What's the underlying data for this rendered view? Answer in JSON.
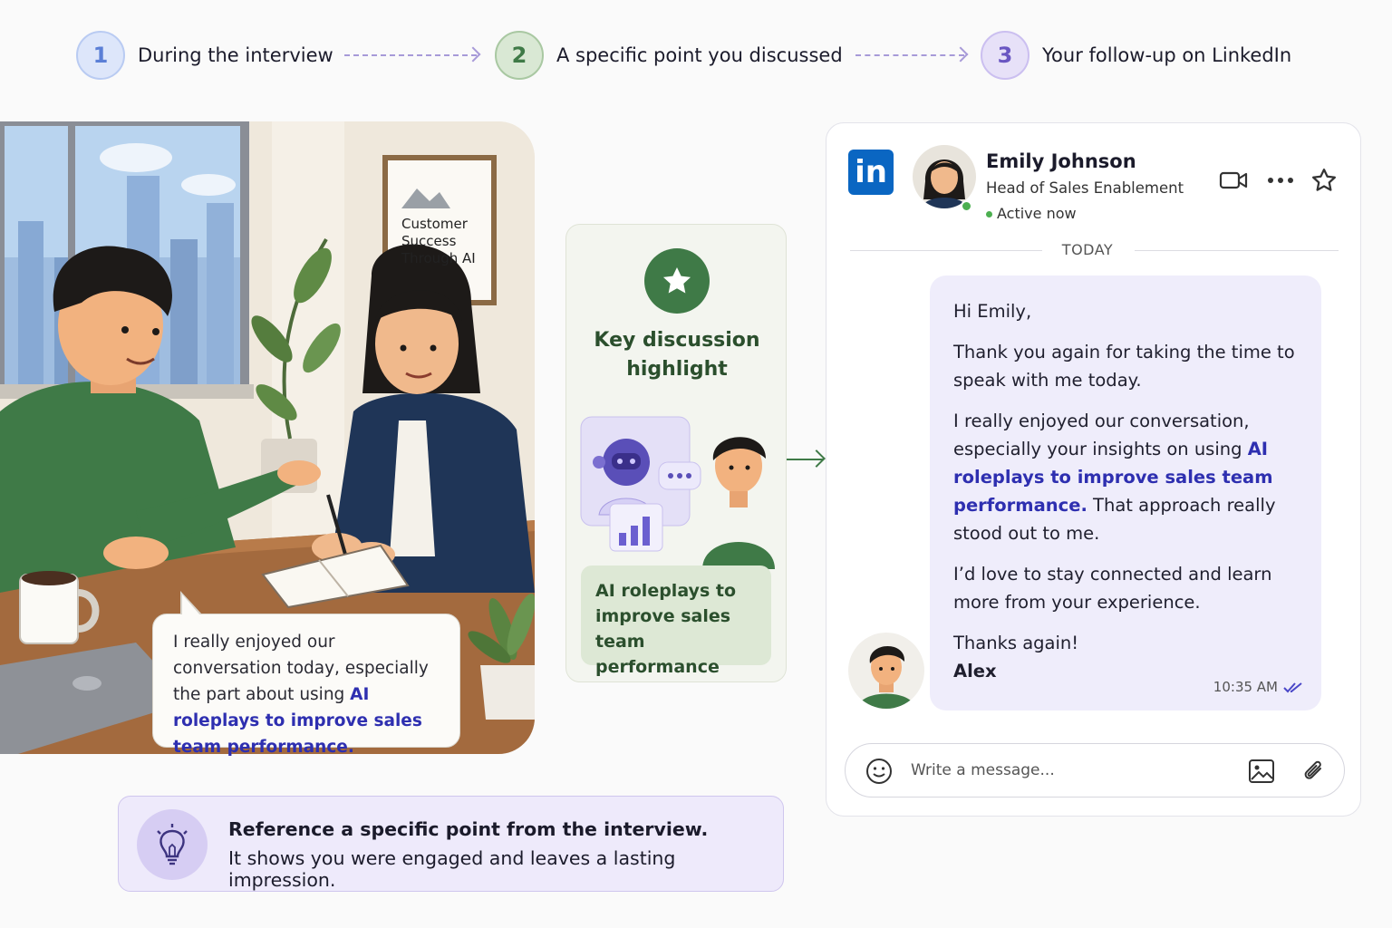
{
  "steps": [
    {
      "number": "1",
      "label": "During the interview",
      "color": "#5b7fd6",
      "fill": "#dde6fa"
    },
    {
      "number": "2",
      "label": "A specific point you discussed",
      "color": "#3f7a47",
      "fill": "#d9e8d4"
    },
    {
      "number": "3",
      "label": "Your follow-up on LinkedIn",
      "color": "#6a56c2",
      "fill": "#e7e1f8"
    }
  ],
  "scene": {
    "poster_text": "Customer\nSuccess\nThrough AI",
    "speech_prefix": "I really enjoyed our conversation today, especially the part about using ",
    "speech_highlight": "AI roleplays to improve sales team performance.",
    "icons": [
      "city-window",
      "plant-icon",
      "coffee-mug-icon",
      "laptop-icon",
      "notebook-icon"
    ]
  },
  "highlight_card": {
    "title": "Key discussion\nhighlight",
    "topic": "AI roleplays to improve sales team performance",
    "icons": [
      "star-icon",
      "robot-icon",
      "chart-icon",
      "chat-dots-icon"
    ],
    "accent": "#3f7a47"
  },
  "message_panel": {
    "logo": "in",
    "contact": {
      "name": "Emily Johnson",
      "role": "Head of Sales Enablement",
      "status": "Active now"
    },
    "header_icons": [
      "video-icon",
      "more-icon",
      "star-icon"
    ],
    "date_divider": "TODAY",
    "message": {
      "greeting": "Hi Emily,",
      "para1": "Thank you again for taking the time to speak with me today.",
      "para2_start": "I really enjoyed our conversation, especially your insights on using ",
      "para2_highlight": "AI roleplays to improve sales team performance.",
      "para2_end": " That approach really stood out to me.",
      "para3": "I’d love to stay connected and learn more from your experience.",
      "thanks": "Thanks again!",
      "signature": "Alex",
      "time": "10:35 AM"
    },
    "composer": {
      "placeholder": "Write a message...",
      "icons": [
        "emoji-icon",
        "image-icon",
        "attachment-icon"
      ]
    },
    "brand_color": "#0a66c2",
    "highlight_color": "#2e2fb0"
  },
  "tip": {
    "icon": "lightbulb-icon",
    "line1": "Reference a specific point from the interview.",
    "line2": "It shows you were engaged and leaves a lasting impression."
  }
}
